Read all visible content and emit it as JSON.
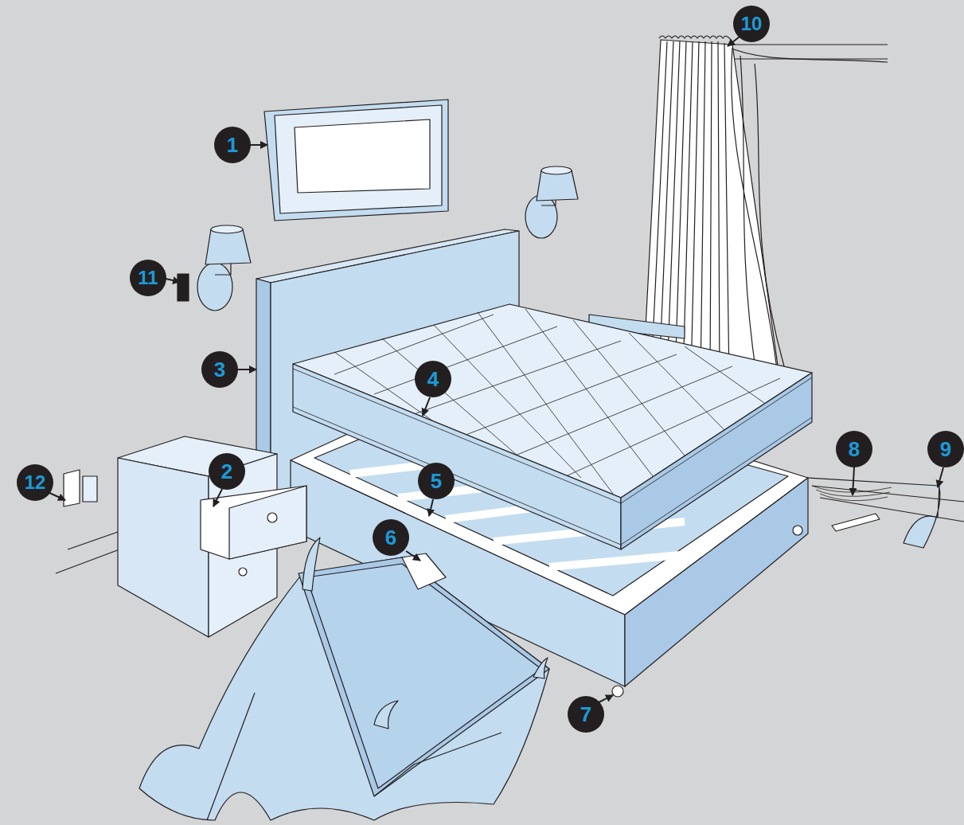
{
  "diagram": {
    "labels": [
      "10",
      "1",
      "11",
      "3",
      "4",
      "8",
      "9",
      "2",
      "5",
      "12",
      "6",
      "7"
    ]
  }
}
